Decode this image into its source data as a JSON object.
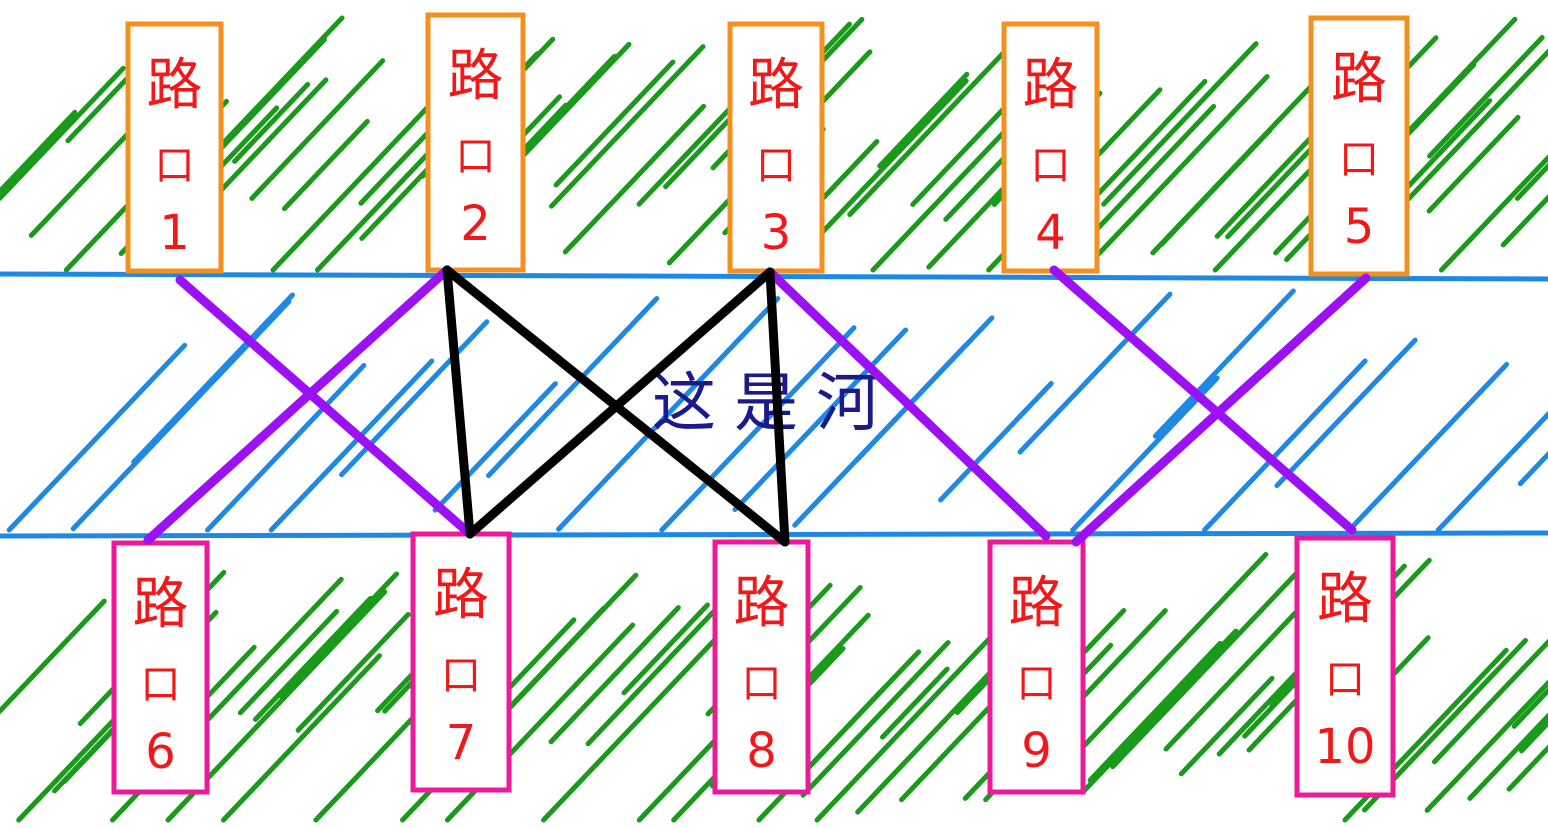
{
  "colors": {
    "bank_hatch": "#1a9a1a",
    "river_hatch": "#1e88e5",
    "river_line": "#1e88e5",
    "top_box": "#f5901e",
    "bottom_box": "#f0189a",
    "label_text": "#f01818",
    "purple_bridge": "#9b10f5",
    "black_bridge": "#000000",
    "river_text": "#1a1a8c"
  },
  "river_label": "这是河",
  "top_junctions": [
    {
      "id": 1,
      "word": "路",
      "word2": "口",
      "num": "1"
    },
    {
      "id": 2,
      "word": "路",
      "word2": "口",
      "num": "2"
    },
    {
      "id": 3,
      "word": "路",
      "word2": "口",
      "num": "3"
    },
    {
      "id": 4,
      "word": "路",
      "word2": "口",
      "num": "4"
    },
    {
      "id": 5,
      "word": "路",
      "word2": "口",
      "num": "5"
    }
  ],
  "bottom_junctions": [
    {
      "id": 6,
      "word": "路",
      "word2": "口",
      "num": "6"
    },
    {
      "id": 7,
      "word": "路",
      "word2": "口",
      "num": "7"
    },
    {
      "id": 8,
      "word": "路",
      "word2": "口",
      "num": "8"
    },
    {
      "id": 9,
      "word": "路",
      "word2": "口",
      "num": "9"
    },
    {
      "id": 10,
      "word": "路",
      "word2": "口",
      "num": "10"
    }
  ],
  "purple_connections": [
    [
      1,
      7
    ],
    [
      2,
      6
    ],
    [
      3,
      9
    ],
    [
      4,
      10
    ],
    [
      5,
      9
    ]
  ],
  "black_connections": [
    [
      2,
      7
    ],
    [
      2,
      8
    ],
    [
      3,
      7
    ],
    [
      3,
      8
    ]
  ]
}
